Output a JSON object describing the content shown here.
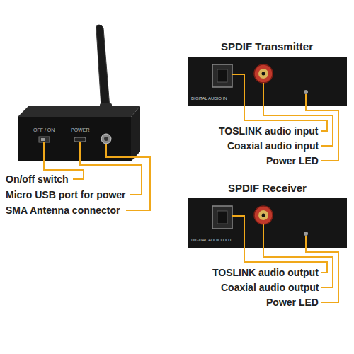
{
  "diagram": {
    "labels": [
      "OFF / ON",
      "POWER",
      "On/off switch",
      "Micro USB port for power",
      "SMA Antenna connector",
      "SPDIF Transmitter",
      "DIGITAL AUDIO IN",
      "TOSLINK audio input",
      "Coaxial audio input",
      "Power LED",
      "SPDIF Receiver",
      "DIGITAL AUDIO OUT",
      "TOSLINK audio output",
      "Coaxial audio output",
      "Power LED"
    ]
  }
}
